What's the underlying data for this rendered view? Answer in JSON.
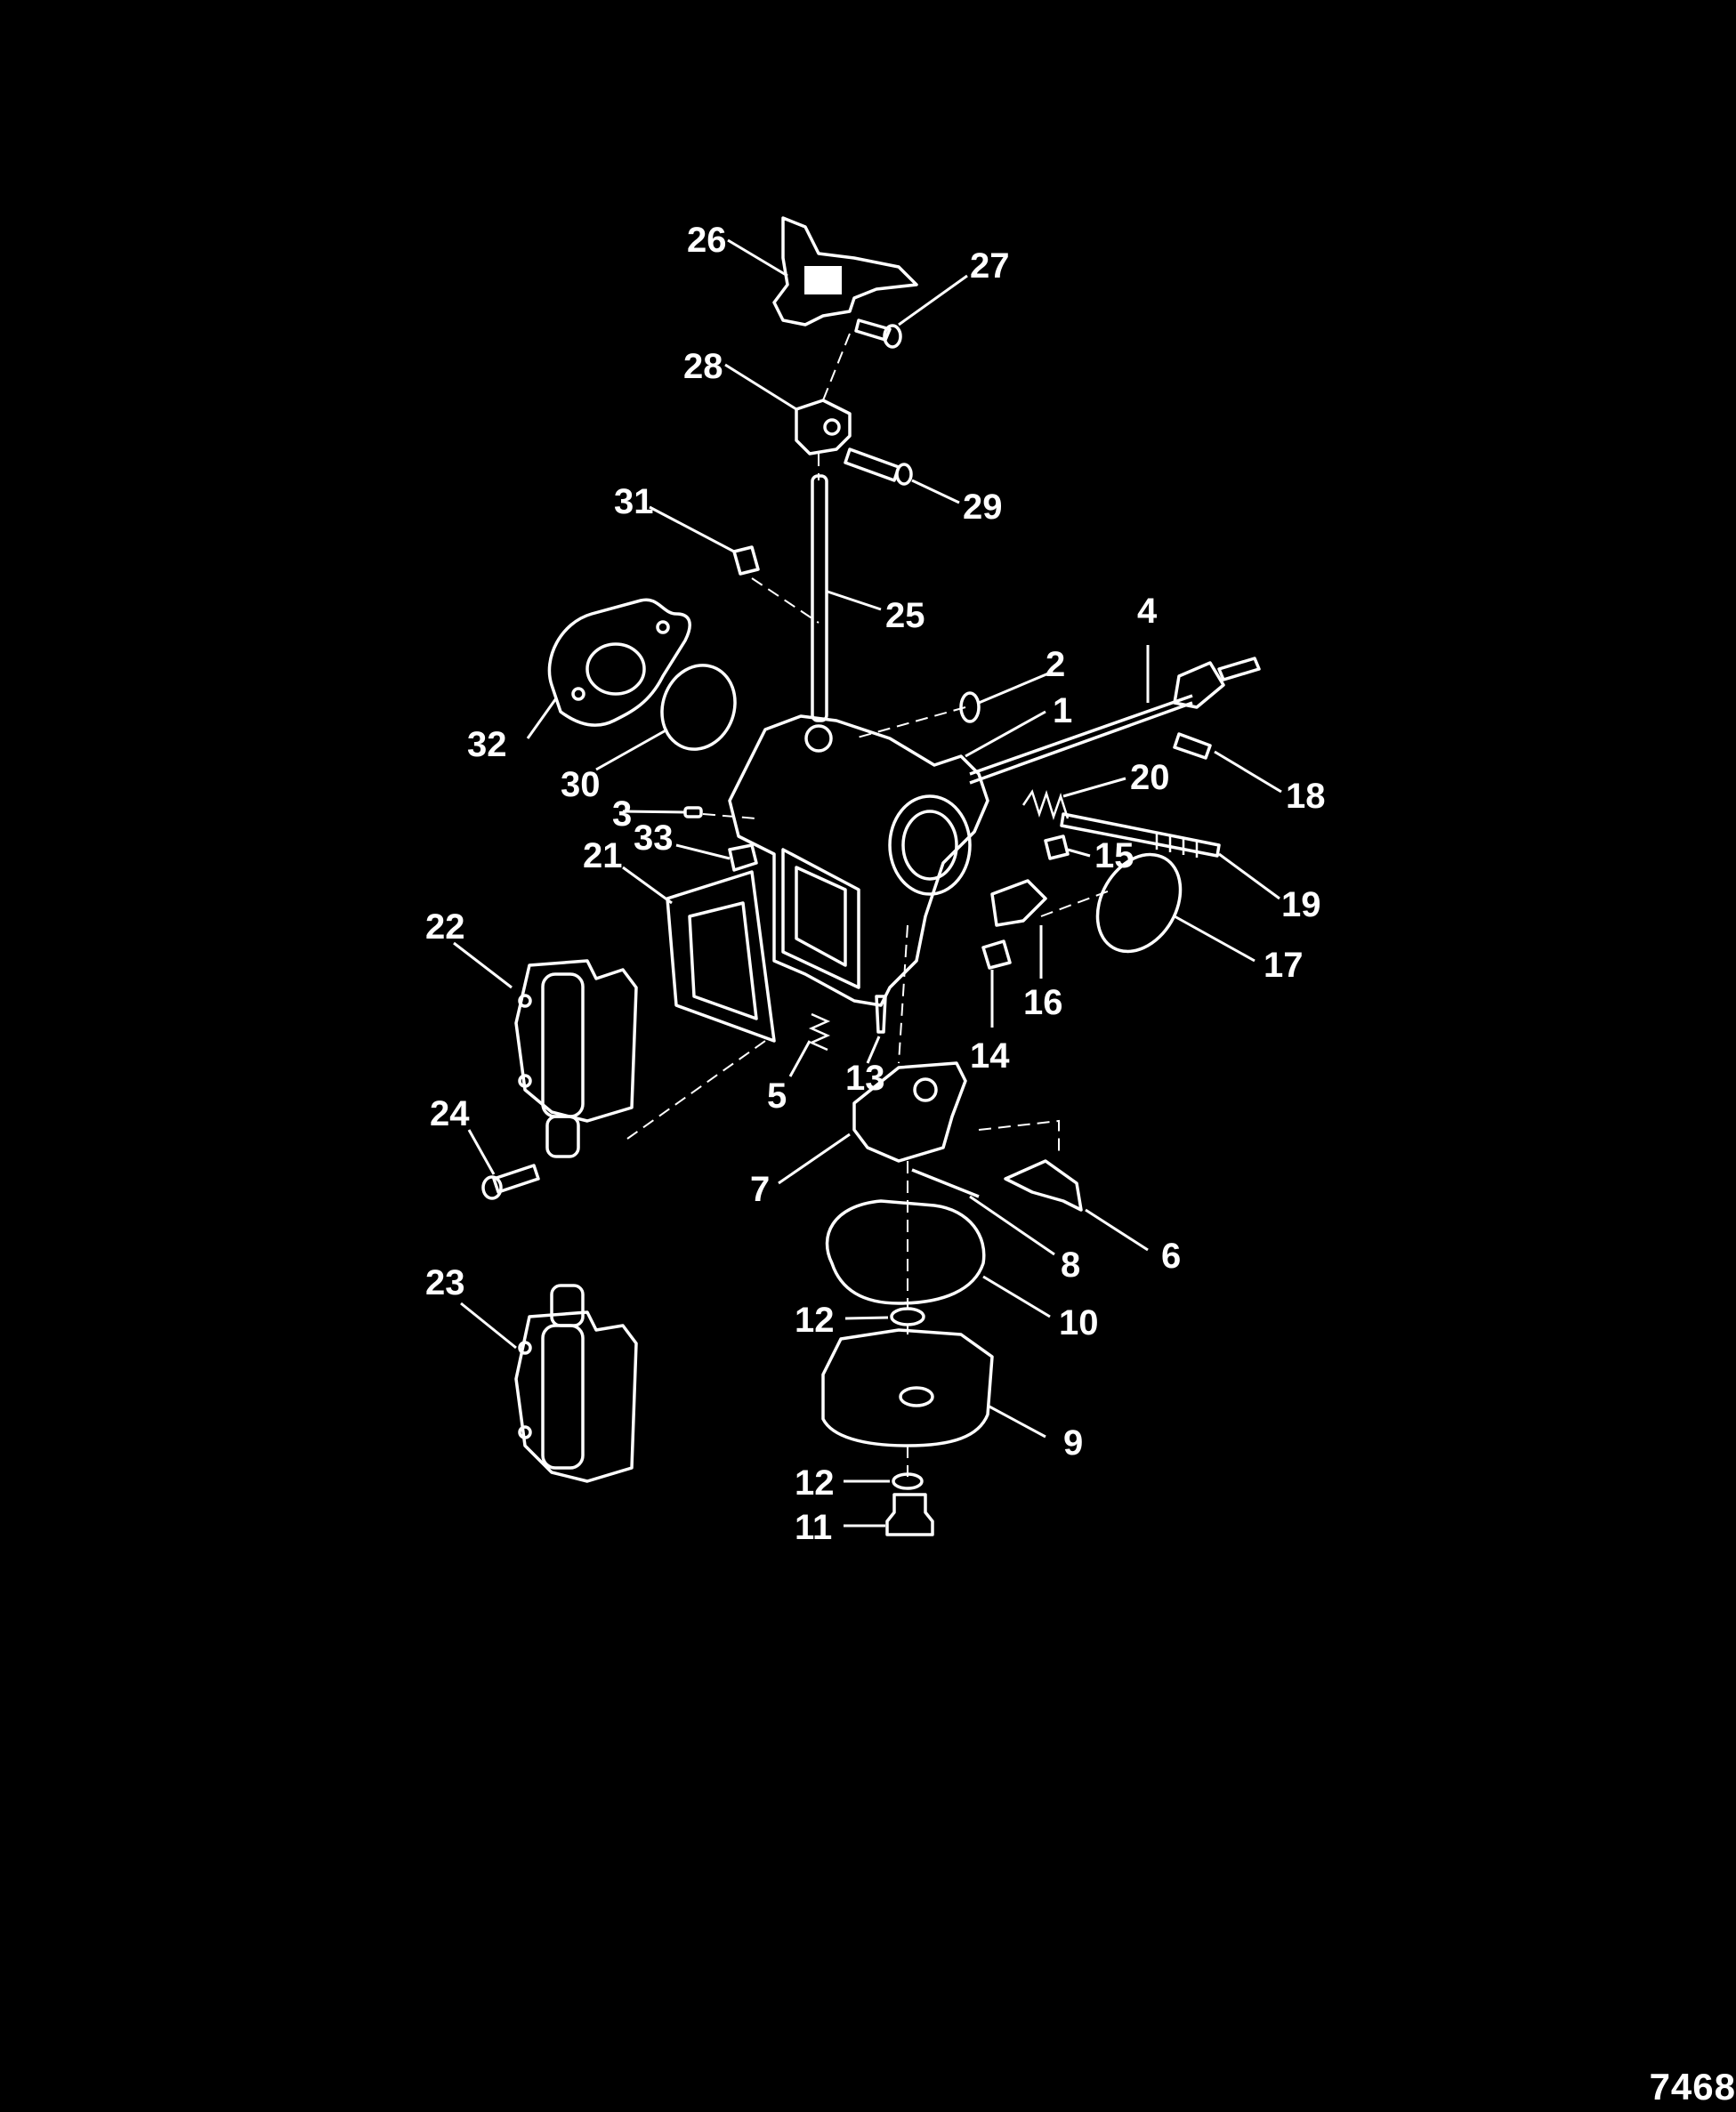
{
  "diagram": {
    "background": "#000000",
    "line_color": "#ffffff",
    "figure_number": "7468",
    "callouts": [
      "1",
      "2",
      "3",
      "4",
      "5",
      "6",
      "7",
      "8",
      "9",
      "10",
      "11",
      "12",
      "12",
      "13",
      "14",
      "15",
      "16",
      "17",
      "18",
      "19",
      "20",
      "21",
      "22",
      "23",
      "24",
      "25",
      "26",
      "27",
      "28",
      "29",
      "30",
      "31",
      "32",
      "33"
    ]
  }
}
